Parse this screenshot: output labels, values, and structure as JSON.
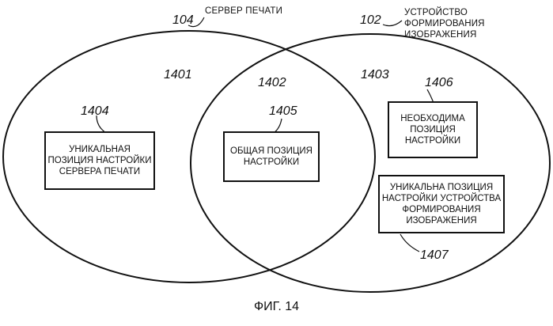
{
  "labels": {
    "server": "СЕРВЕР ПЕЧАТИ",
    "device_line1": "УСТРОЙСТВО",
    "device_line2": "ФОРМИРОВАНИЯ",
    "device_line3": "ИЗОБРАЖЕНИЯ"
  },
  "numbers": {
    "n104": "104",
    "n102": "102",
    "n1401": "1401",
    "n1402": "1402",
    "n1403": "1403",
    "n1404": "1404",
    "n1405": "1405",
    "n1406": "1406",
    "n1407": "1407"
  },
  "boxes": {
    "server_unique": "УНИКАЛЬНАЯ\nПОЗИЦИЯ НАСТРОЙКИ\nСЕРВЕРА ПЕЧАТИ",
    "common": "ОБЩАЯ ПОЗИЦИЯ\nНАСТРОЙКИ",
    "required": "НЕОБХОДИМА\nПОЗИЦИЯ\nНАСТРОЙКИ",
    "device_unique": "УНИКАЛЬНА ПОЗИЦИЯ\nНАСТРОЙКИ УСТРОЙСТВА\nФОРМИРОВАНИЯ\nИЗОБРАЖЕНИЯ"
  },
  "caption": "ФИГ. 14"
}
